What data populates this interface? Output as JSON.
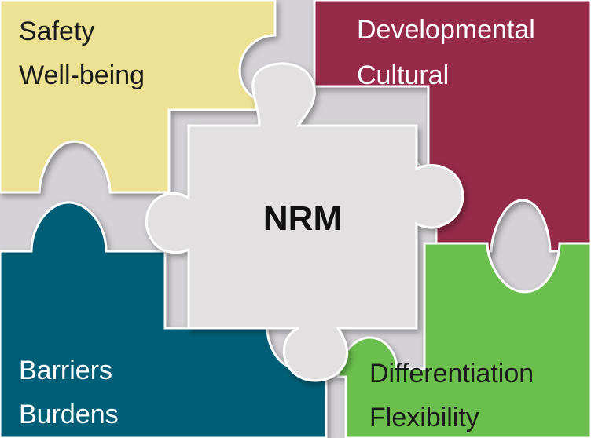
{
  "pieces": {
    "top_left": {
      "lines": [
        "Safety",
        "Well-being"
      ],
      "color": "#ede293",
      "text_color": "#1a1a1a"
    },
    "top_right": {
      "lines": [
        "Developmental",
        "Cultural"
      ],
      "color": "#952b49",
      "text_color": "#ffffff"
    },
    "bottom_left": {
      "lines": [
        "Barriers",
        "Burdens"
      ],
      "color": "#035f77",
      "text_color": "#ffffff"
    },
    "bottom_right": {
      "lines": [
        "Differentiation",
        "Flexibility"
      ],
      "color": "#6bbf4d",
      "text_color": "#1a1a1a"
    },
    "center": {
      "label": "NRM",
      "color": "#e3e0e2",
      "text_color": "#111111"
    }
  },
  "frame_color": "#d4d2d6"
}
